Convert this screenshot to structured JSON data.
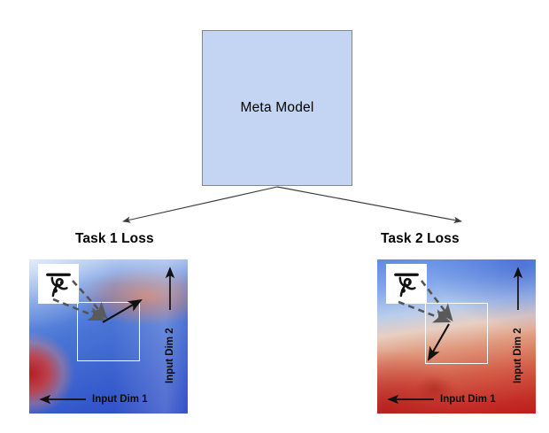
{
  "figure": {
    "type": "diagram",
    "description": "Meta-learning diagram: a Meta Model box branches to two task loss landscapes"
  },
  "meta_model": {
    "label": "Meta Model",
    "fill_color": "#c3d5f2",
    "border_color": "#868686"
  },
  "connectors": [
    {
      "name": "meta-to-task1",
      "label": ""
    },
    {
      "name": "meta-to-task2",
      "label": ""
    }
  ],
  "tasks": [
    {
      "id": "task1",
      "title": "Task 1 Loss",
      "x_axis_label": "Input Dim 1",
      "y_axis_label": "Input Dim 2",
      "character_glyph": "omniglot-character",
      "gradient_arrow_direction": "up-right",
      "colors": {
        "low_loss": "#2747c4",
        "high_loss": "#be191e",
        "mid": "#eb7846"
      }
    },
    {
      "id": "task2",
      "title": "Task 2 Loss",
      "x_axis_label": "Input Dim 1",
      "y_axis_label": "Input Dim 2",
      "character_glyph": "omniglot-character",
      "gradient_arrow_direction": "down-left",
      "colors": {
        "low_loss": "#5f8ae4",
        "high_loss": "#bb1f1c",
        "mid": "#e8cfc2"
      }
    }
  ]
}
